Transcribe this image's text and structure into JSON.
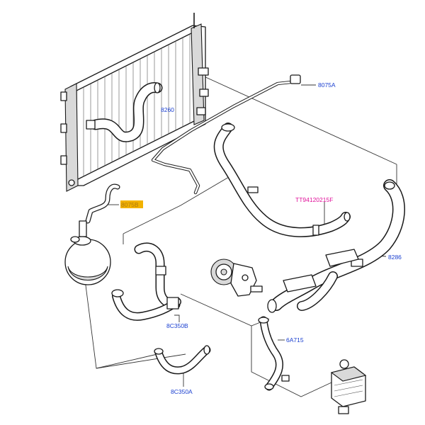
{
  "labels": {
    "hose_8260": "8260",
    "hose_8075A": "8075A",
    "hose_TT": "TT94120215F",
    "hose_8075B": "8075B",
    "hose_8286": "8286",
    "hose_8C350B": "8C350B",
    "hose_6A715": "6A715",
    "hose_8C350A": "8C350A"
  },
  "colors": {
    "label_blue": "#1a3fd0",
    "label_magenta": "#e0119a",
    "label_highlight": "#f2b200",
    "linework": "#1a1a1a"
  }
}
